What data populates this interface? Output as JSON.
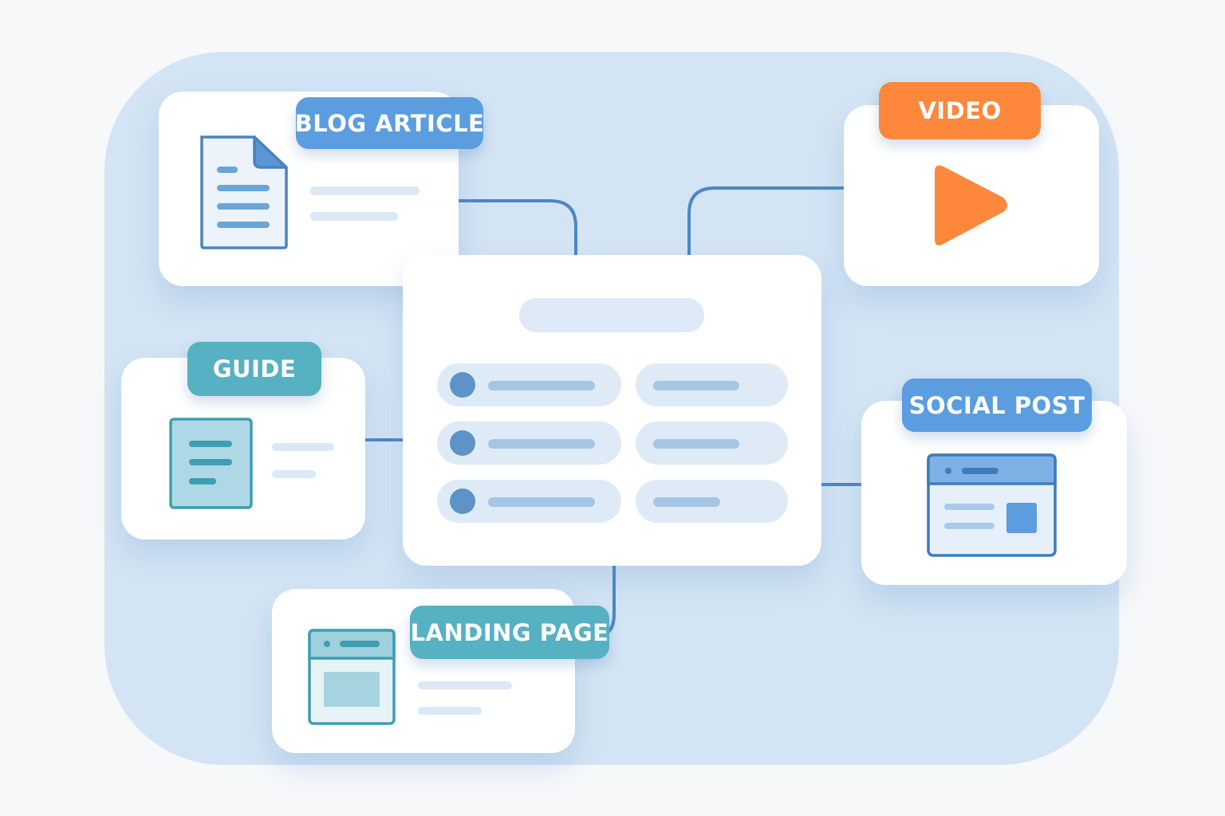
{
  "colors": {
    "panel": "#d3e4f4",
    "blue": "#5b9ddf",
    "teal": "#56b1c2",
    "orange": "#fd883c",
    "line": "#4d86c2"
  },
  "labels": {
    "blog": "BLOG ARTICLE",
    "video": "VIDEO",
    "guide": "GUIDE",
    "social": "SOCIAL POST",
    "landing": "LANDING PAGE"
  },
  "icons": {
    "blog": "document-icon",
    "video": "play-icon",
    "guide": "guide-icon",
    "social": "browser-window-icon",
    "landing": "web-page-icon"
  }
}
